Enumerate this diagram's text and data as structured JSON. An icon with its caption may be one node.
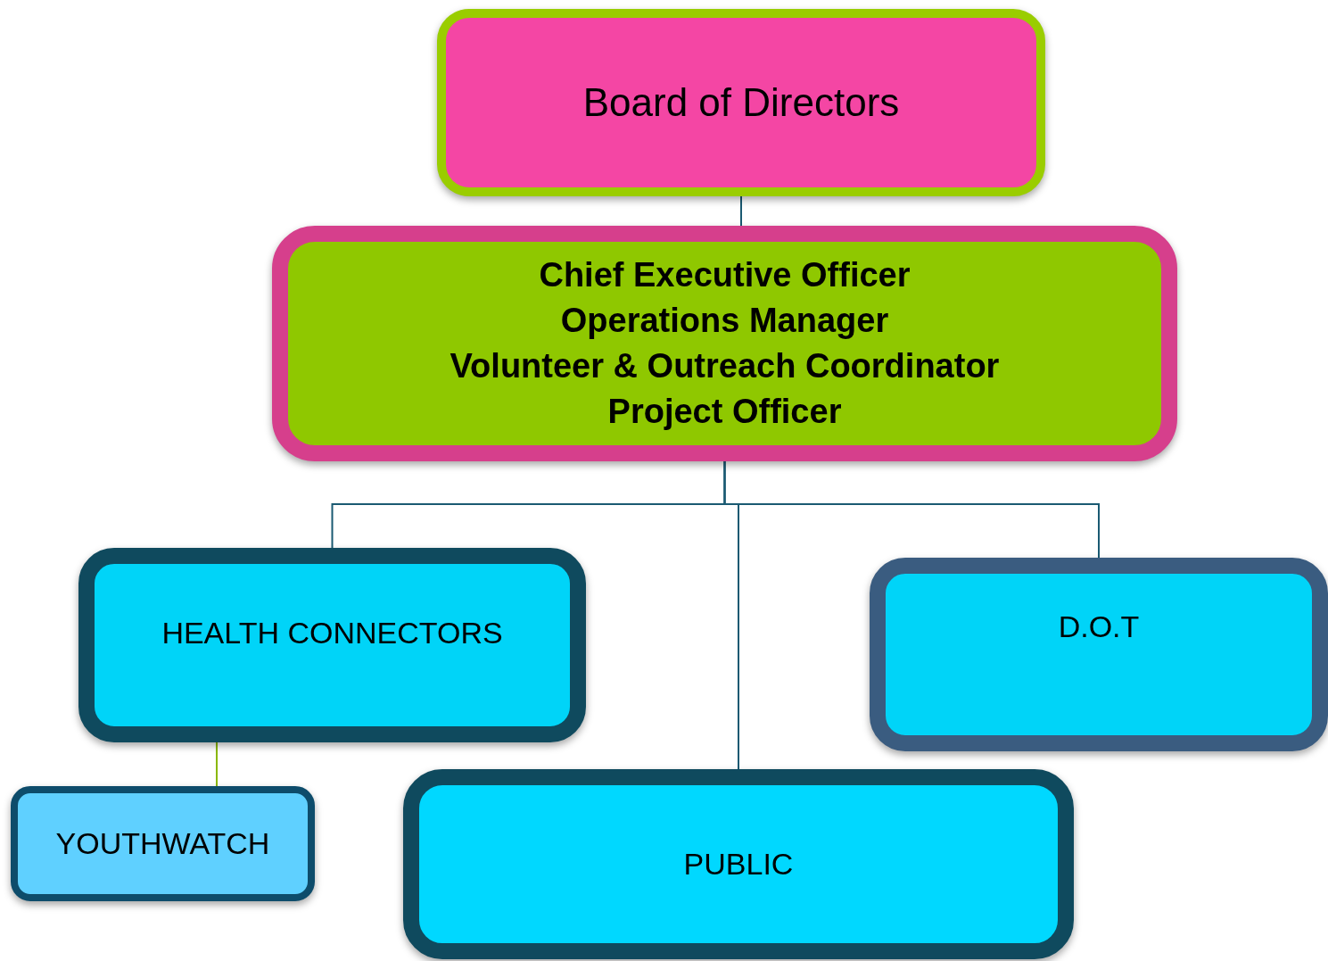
{
  "diagram": {
    "nodes": [
      {
        "text": [
          "Board of Directors"
        ]
      },
      {
        "text": [
          "Chief Executive Officer",
          "Operations Manager",
          "Volunteer & Outreach Coordinator",
          "Project Officer"
        ]
      },
      {
        "text": [
          "HEALTH CONNECTORS"
        ]
      },
      {
        "text": [
          "D.O.T"
        ]
      },
      {
        "text": [
          "YOUTHWATCH"
        ]
      },
      {
        "text": [
          "PUBLIC"
        ]
      }
    ],
    "edges": [
      {
        "from": 0,
        "to": 1,
        "arrow": "none"
      },
      {
        "from": 1,
        "to": 2,
        "arrow": "none"
      },
      {
        "from": 1,
        "to": 3,
        "arrow": "none"
      },
      {
        "from": 1,
        "to": 5,
        "arrow": "none"
      },
      {
        "from": 2,
        "to": 4,
        "arrow": "none",
        "color": "#8ab800"
      }
    ]
  }
}
